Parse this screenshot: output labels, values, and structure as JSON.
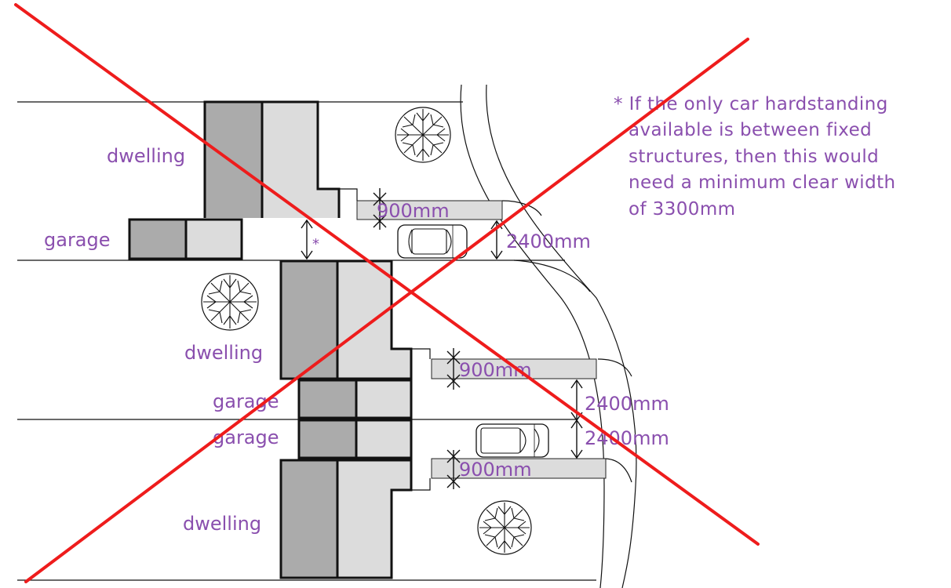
{
  "labels": {
    "dwelling_top": "dwelling",
    "garage_top": "garage",
    "dwelling_mid": "dwelling",
    "garage_mid_1": "garage",
    "garage_mid_2": "garage",
    "dwelling_bottom": "dwelling",
    "asterisk": "*"
  },
  "dimensions": {
    "path_top": "900mm",
    "drive_top": "2400mm",
    "path_mid": "900mm",
    "drive_mid_1": "2400mm",
    "drive_mid_2": "2400mm",
    "path_bottom": "900mm"
  },
  "note": {
    "line1": "* If the only car hardstanding",
    "line2": "available is between fixed",
    "line3": "structures, then this would",
    "line4": "need a minimum clear width",
    "line5": "of 3300mm"
  },
  "colors": {
    "label_text": "#8a4fae",
    "cross": "#ee1c1c",
    "building_dark": "#ababab",
    "building_light": "#dcdcdc"
  }
}
